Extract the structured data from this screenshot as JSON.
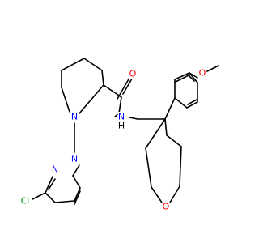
{
  "structure": {
    "type": "skeletal-formula",
    "atoms": [
      {
        "id": "O_ome",
        "label": "O",
        "color": "#ff0000"
      },
      {
        "id": "O_amide",
        "label": "O",
        "color": "#ff0000"
      },
      {
        "id": "N_amide",
        "label": "N",
        "color": "#0000ff"
      },
      {
        "id": "H_amide",
        "label": "H",
        "color": "#000000"
      },
      {
        "id": "N_pip",
        "label": "N",
        "color": "#0000ff"
      },
      {
        "id": "O_thp",
        "label": "O",
        "color": "#ff0000"
      },
      {
        "id": "N_pdz1",
        "label": "N",
        "color": "#0000ff"
      },
      {
        "id": "N_pdz2",
        "label": "N",
        "color": "#0000ff"
      },
      {
        "id": "Cl",
        "label": "Cl",
        "color": "#00a000"
      }
    ],
    "bond_color": "#000000"
  }
}
